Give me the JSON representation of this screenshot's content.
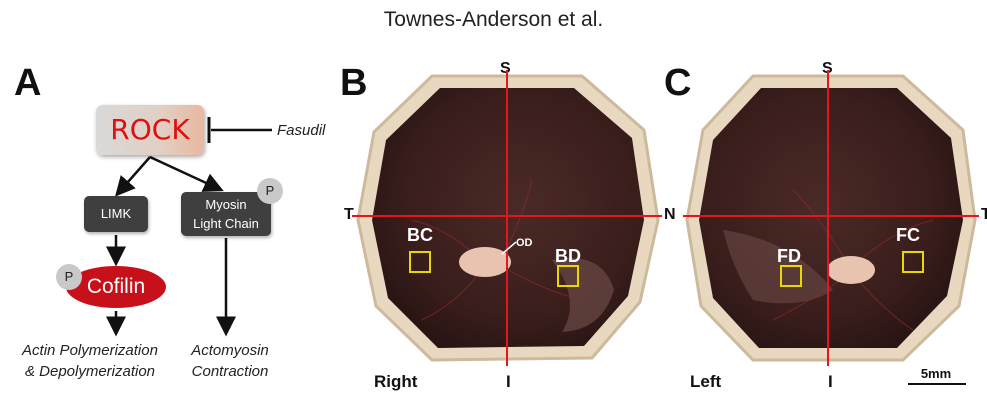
{
  "header": {
    "authors": "Townes-Anderson et al."
  },
  "panel_a": {
    "letter": "A",
    "rock": "ROCK",
    "inhibitor": "Fasudil",
    "limk": "LIMK",
    "mlc_line1": "Myosin",
    "mlc_line2": "Light Chain",
    "phospho_mlc": "P",
    "phospho_cofilin": "P",
    "cofilin": "Cofilin",
    "outcome_left_1": "Actin Polymerization",
    "outcome_left_2": "& Depolymerization",
    "outcome_right_1": "Actomyosin",
    "outcome_right_2": "Contraction"
  },
  "panel_b": {
    "letter": "B",
    "superior": "S",
    "temporal": "T",
    "inferior": "I",
    "eye": "Right",
    "region_central": "BC",
    "region_dorsal": "BD",
    "optic_disc": "OD"
  },
  "panel_c": {
    "letter": "C",
    "superior": "S",
    "nasal": "N",
    "temporal_edge": "T",
    "inferior": "I",
    "eye": "Left",
    "region_dorsal": "FD",
    "region_central": "FC",
    "scale_bar": "5mm"
  },
  "colors": {
    "rock_text": "#e01010",
    "cofilin_fill": "#c8101a",
    "axis_lines": "#e8141c",
    "region_boxes": "#e6d800",
    "retina": "#3a1e1c",
    "rim": "#e9d8c0"
  }
}
